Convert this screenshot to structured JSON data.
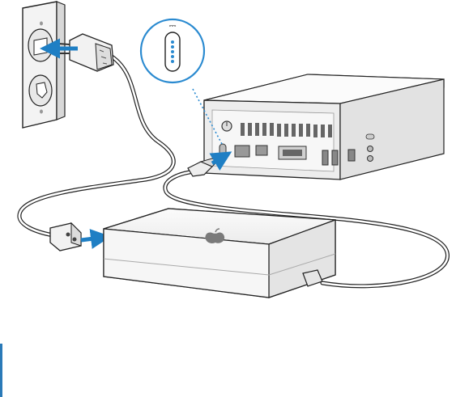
{
  "diagram": {
    "callout_symbol": "⎓",
    "colors": {
      "line": "#1f1f1f",
      "arrow": "#1f7fc4",
      "callout_ring": "#2a8ad0",
      "callout_dots": "#2a8ad0",
      "body_fill": "#f4f4f4",
      "shade": "#d9d9d9",
      "margin_rule": "#2a7ab8"
    },
    "icons": {
      "wall-outlet": "wall-outlet",
      "ac-plug": "ac-plug",
      "power-adapter": "power-adapter",
      "computer": "mac-mini",
      "dc-port": "dc-power-port",
      "apple-logo": "apple-logo"
    }
  }
}
